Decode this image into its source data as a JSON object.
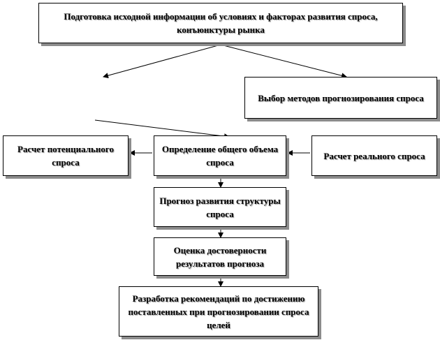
{
  "diagram": {
    "boxes": {
      "source_info": "Подготовка исходной информации об условиях и факторах  развития спроса, конъюнктуры  рынка",
      "method_choice": "Выбор методов  прогнозирования спроса",
      "potential_demand": "Расчет потенциального спроса",
      "total_demand": "Определение общего объема спроса",
      "real_demand": "Расчет реального спроса",
      "structure_forecast": "Прогноз развития структуры  спроса",
      "reliability": "Оценка достоверности результатов прогноза",
      "recommendations": "Разработка рекомендаций по достижению поставленных при прогнозировании спроса целей"
    }
  }
}
